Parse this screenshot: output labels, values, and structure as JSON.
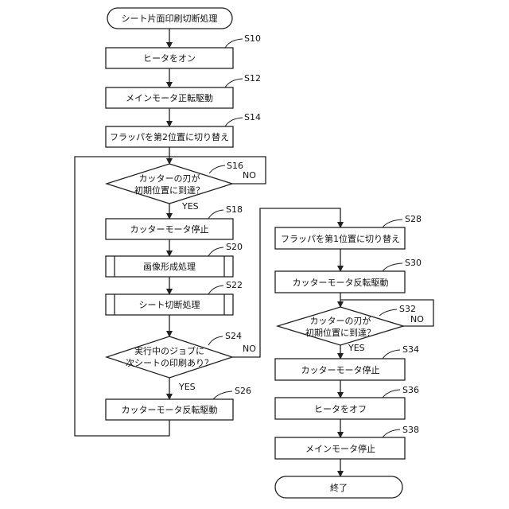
{
  "flowchart": {
    "start": "シート片面印刷切断処理",
    "end": "終了",
    "steps": {
      "s10": {
        "id": "S10",
        "text": "ヒータをオン"
      },
      "s12": {
        "id": "S12",
        "text": "メインモータ正転駆動"
      },
      "s14": {
        "id": "S14",
        "text": "フラッパを第2位置に切り替え"
      },
      "s16": {
        "id": "S16",
        "line1": "カッターの刃が",
        "line2": "初期位置に到達？"
      },
      "s18": {
        "id": "S18",
        "text": "カッターモータ停止"
      },
      "s20": {
        "id": "S20",
        "text": "画像形成処理"
      },
      "s22": {
        "id": "S22",
        "text": "シート切断処理"
      },
      "s24": {
        "id": "S24",
        "line1": "実行中のジョブに",
        "line2": "次シートの印刷あり？"
      },
      "s26": {
        "id": "S26",
        "text": "カッターモータ反転駆動"
      },
      "s28": {
        "id": "S28",
        "text": "フラッパを第1位置に切り替え"
      },
      "s30": {
        "id": "S30",
        "text": "カッターモータ反転駆動"
      },
      "s32": {
        "id": "S32",
        "line1": "カッターの刃が",
        "line2": "初期位置に到達？"
      },
      "s34": {
        "id": "S34",
        "text": "カッターモータ停止"
      },
      "s36": {
        "id": "S36",
        "text": "ヒータをオフ"
      },
      "s38": {
        "id": "S38",
        "text": "メインモータ停止"
      }
    },
    "branch_labels": {
      "yes": "YES",
      "no": "NO"
    }
  }
}
